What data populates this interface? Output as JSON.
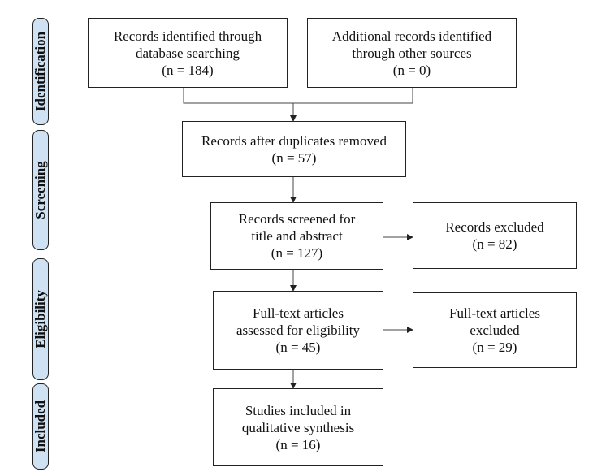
{
  "stages": {
    "identification": "Identification",
    "screening": "Screening",
    "eligibility": "Eligibility",
    "included": "Included"
  },
  "boxes": {
    "database": {
      "line1": "Records identified through",
      "line2": "database searching",
      "line3": "(n = 184)"
    },
    "other_sources": {
      "line1": "Additional records identified",
      "line2": "through other sources",
      "line3": "(n = 0)"
    },
    "after_duplicates": {
      "line1": "Records after duplicates removed",
      "line2": "(n = 57)"
    },
    "screened": {
      "line1": "Records screened for",
      "line2": "title and abstract",
      "line3": "(n = 127)"
    },
    "excluded": {
      "line1": "Records excluded",
      "line2": "(n = 82)"
    },
    "fulltext": {
      "line1": "Full-text articles",
      "line2": "assessed for eligibility",
      "line3": "(n = 45)"
    },
    "fulltext_excluded": {
      "line1": "Full-text articles",
      "line2": "excluded",
      "line3": "(n = 29)"
    },
    "included": {
      "line1": "Studies included in",
      "line2": "qualitative synthesis",
      "line3": "(n = 16)"
    }
  }
}
